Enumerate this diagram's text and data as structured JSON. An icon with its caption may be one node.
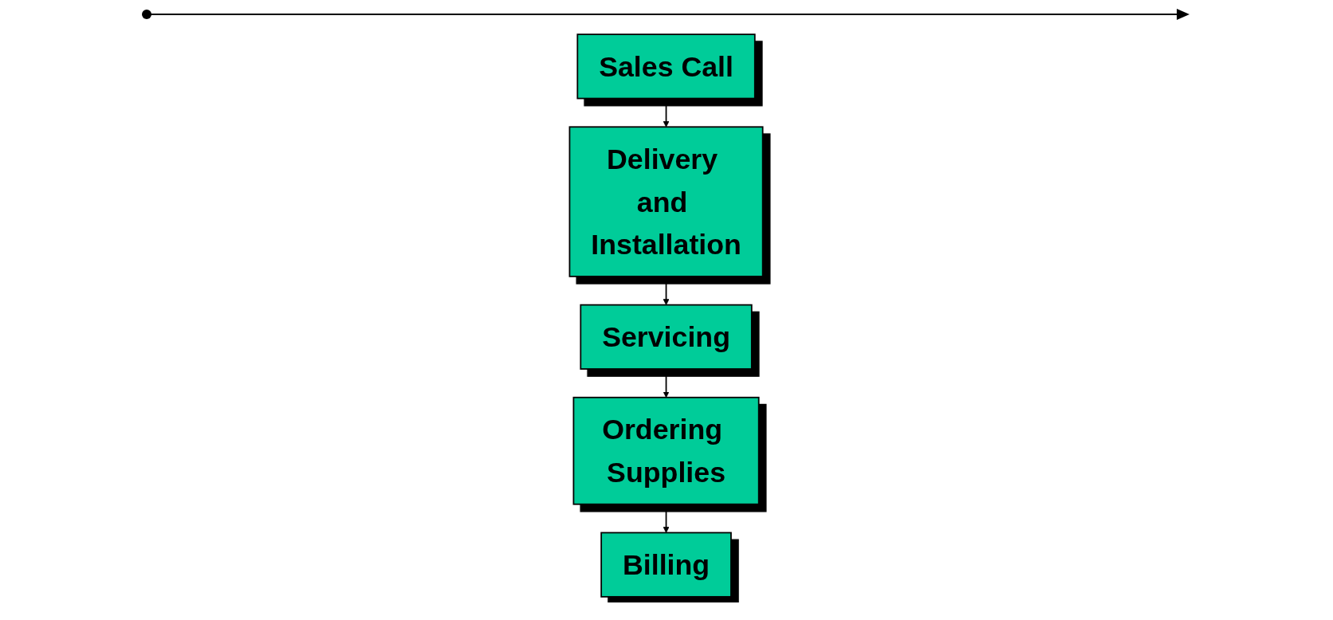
{
  "diagram": {
    "nodes": [
      {
        "text": [
          "Sales Call"
        ]
      },
      {
        "text": [
          "Delivery and Installation"
        ]
      },
      {
        "text": [
          "Servicing"
        ]
      },
      {
        "text": [
          "Ordering Supplies"
        ]
      },
      {
        "text": [
          "Billing"
        ]
      }
    ],
    "edges": [
      {
        "from": 0,
        "to": 1,
        "arrow": "to"
      },
      {
        "from": 1,
        "to": 2,
        "arrow": "to"
      },
      {
        "from": 2,
        "to": 3,
        "arrow": "to"
      },
      {
        "from": 3,
        "to": 4,
        "arrow": "to"
      }
    ]
  }
}
